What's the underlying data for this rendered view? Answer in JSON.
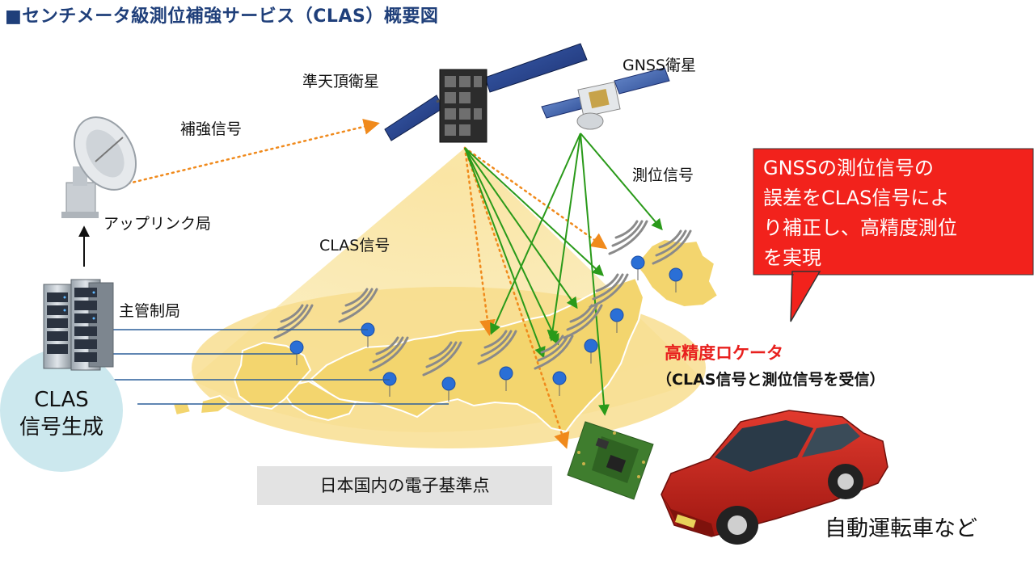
{
  "title": "■センチメータ級測位補強サービス（CLAS）概要図",
  "labels": {
    "qzs": "準天頂衛星",
    "gnss": "GNSS衛星",
    "augment": "補強信号",
    "uplink": "アップリンク局",
    "clas_signal": "CLAS信号",
    "positioning": "測位信号",
    "mcs": "主管制局"
  },
  "clas_gen": {
    "line1": "CLAS",
    "line2": "信号生成"
  },
  "callout": {
    "line1": "GNSSの測位信号の",
    "line2": "誤差をCLAS信号によ",
    "line3": "り補正し、高精度測位",
    "line4": "を実現"
  },
  "locator": {
    "title": "高精度ロケータ",
    "subtitle": "（CLAS信号と測位信号を受信）"
  },
  "gsi_box": "日本国内の電子基準点",
  "car_label": "自動運転車など",
  "colors": {
    "title": "#1f3f7a",
    "callout_bg": "#f2221c",
    "locator_title": "#e8201e",
    "green": "#2a9a1a",
    "orange": "#f08a1c",
    "beam": "#f7d978",
    "land": "#f3d778",
    "circle": "#cce8ee"
  }
}
